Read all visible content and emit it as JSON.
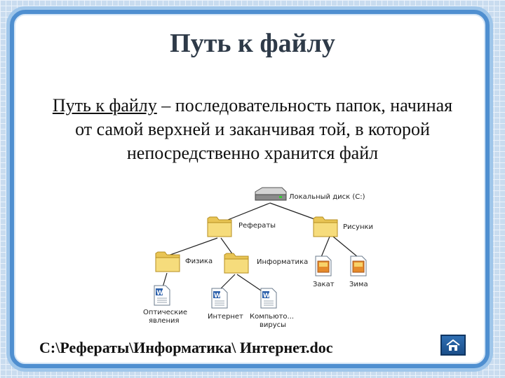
{
  "slide": {
    "title": "Путь к файлу",
    "definition_term": "Путь к файлу",
    "definition_rest": " – последовательность папок, начиная от самой верхней и заканчивая той, в которой непосредственно хранится файл",
    "path_example": "C:\\Рефераты\\Информатика\\ Интернет.doc"
  },
  "tree": {
    "disk": "Локальный диск (C:)",
    "folder_referaty": "Рефераты",
    "folder_risunki": "Рисунки",
    "folder_fizika": "Физика",
    "folder_informatika": "Информатика",
    "file_zakat": "Закат",
    "file_zima": "Зима",
    "file_optics_line1": "Оптические",
    "file_optics_line2": "явления",
    "file_internet": "Интернет",
    "file_viruses_line1": "Компьюто...",
    "file_viruses_line2": "вирусы"
  },
  "icons": {
    "disk": "hard-disk-icon",
    "folder": "folder-icon",
    "word": "word-document-icon",
    "image": "image-file-icon",
    "home": "home-icon"
  },
  "colors": {
    "frame": "#4f8fd0",
    "folder": "#f3d36a",
    "line": "#222222",
    "button": "#2f6fb3"
  }
}
